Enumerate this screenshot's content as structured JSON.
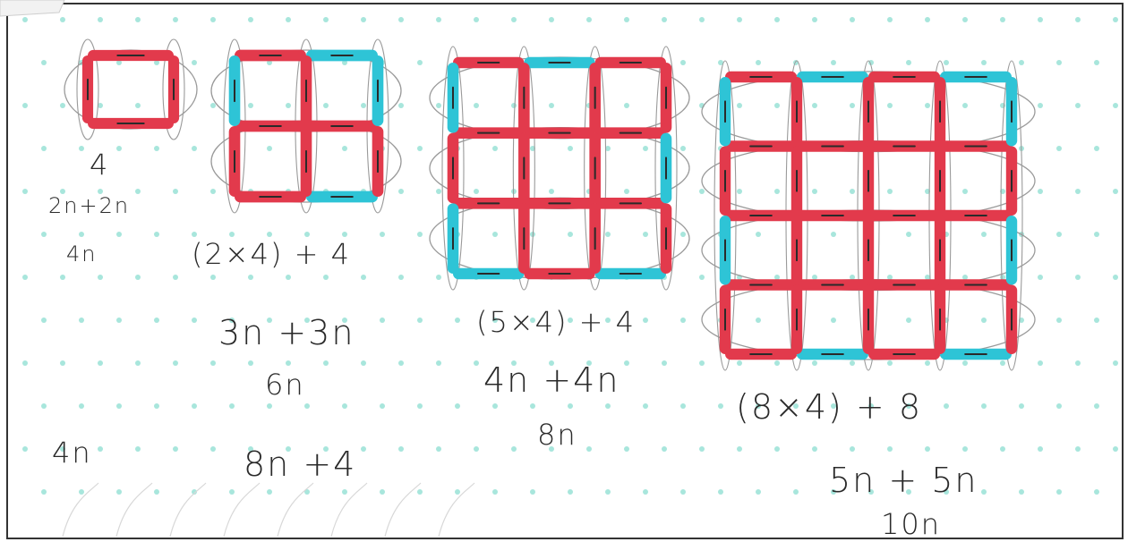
{
  "colors": {
    "paper": "#ffffff",
    "dots": "#a8e6dc",
    "red_marker": "#e23a4c",
    "blue_marker": "#2ec4d6",
    "pen": "#2a2a2a",
    "pencil": "#9a9a9a"
  },
  "figures": [
    {
      "id": "fig-1",
      "grid": 1
    },
    {
      "id": "fig-2",
      "grid": 2
    },
    {
      "id": "fig-3",
      "grid": 3
    },
    {
      "id": "fig-4",
      "grid": 4
    }
  ],
  "notes": {
    "fig1_count": "4",
    "fig1_rule": "2n+2n",
    "fig1_simplified": "4n",
    "fig2_product": "(2×4) + 4",
    "fig2_rule": "3n +3n",
    "fig2_simplified": "6n",
    "fig3_product": "(5×4) + 4",
    "fig3_rule": "4n +4n",
    "fig3_simplified": "8n",
    "fig4_product": "(8×4) + 8",
    "fig4_rule": "5n + 5n",
    "fig4_simplified": "10n",
    "general_left": "4n",
    "general_mid": "8n +4"
  }
}
